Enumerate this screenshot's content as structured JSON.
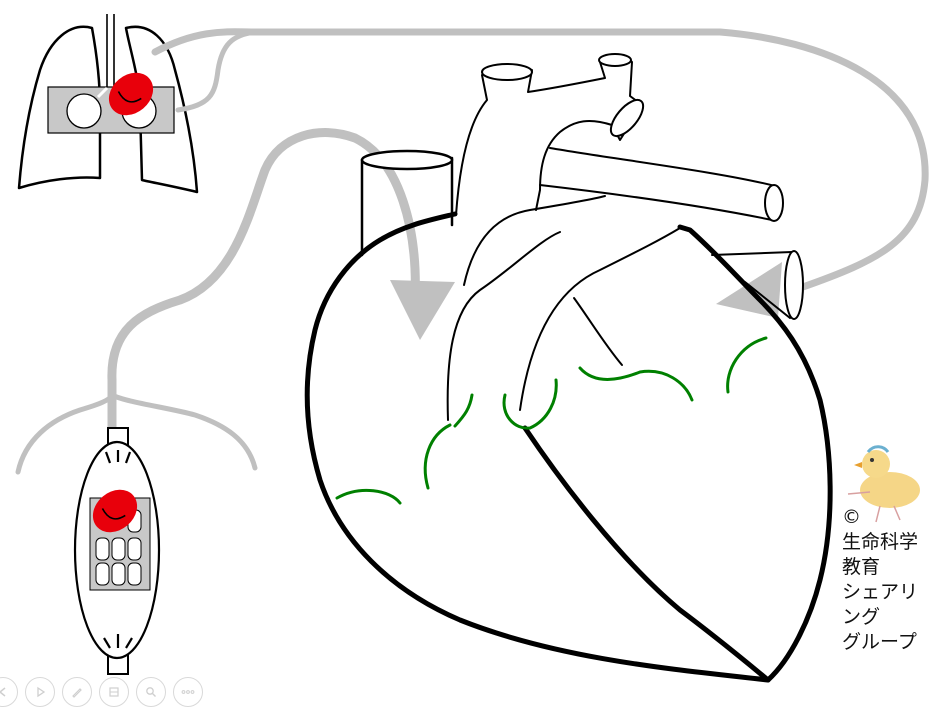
{
  "credit": {
    "copyright": "©",
    "line1": "生命科学",
    "line2": "教育",
    "line3": "シェアリ",
    "line4": "ング",
    "line5": "グループ"
  },
  "colors": {
    "outline": "#000000",
    "blood_path": "#c0c0c0",
    "red_blood_cell": "#e8000b",
    "capillary_arc": "#008000",
    "organ_box": "#c8c8c8"
  },
  "toolbar": {
    "buttons": [
      "previous-icon",
      "play-icon",
      "pen-icon",
      "slides-icon",
      "zoom-icon",
      "more-icon"
    ]
  }
}
